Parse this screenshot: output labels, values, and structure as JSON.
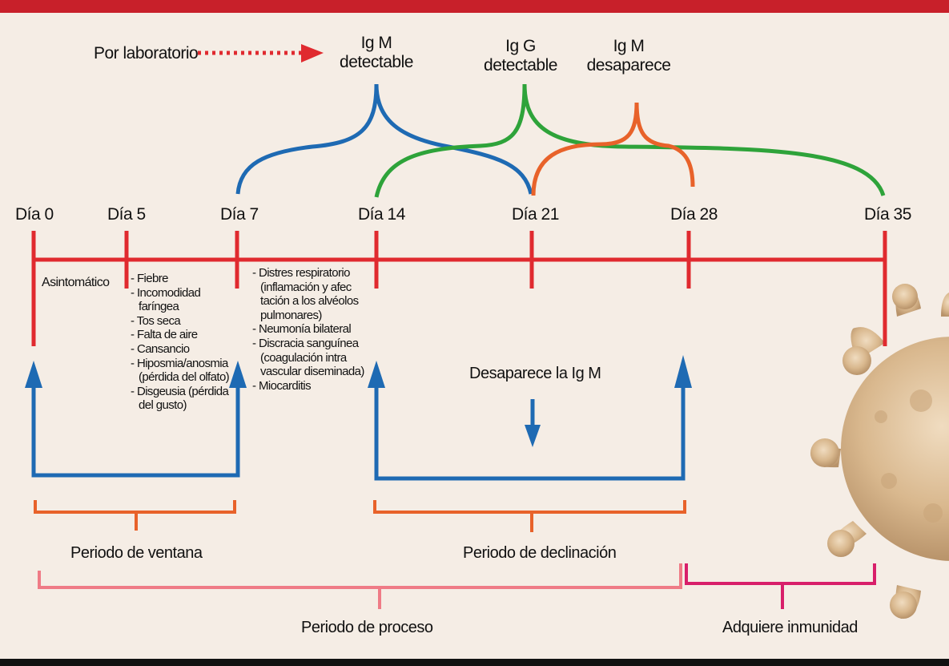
{
  "lab": {
    "label": "Por laboratorio"
  },
  "antibody_events": [
    {
      "line1": "Ig M",
      "line2": "detectable",
      "color": "#1e6ab3"
    },
    {
      "line1": "Ig G",
      "line2": "detectable",
      "color": "#2ea33a"
    },
    {
      "line1": "Ig M",
      "line2": "desaparece",
      "color": "#e8622a"
    }
  ],
  "days": [
    "Día 0",
    "Día 5",
    "Día 7",
    "Día 14",
    "Día 21",
    "Día 28",
    "Día 35"
  ],
  "asymptomatic": "Asintomático",
  "symptoms_early": [
    "- Fiebre",
    "- Incomodidad",
    "faríngea",
    "- Tos seca",
    "- Falta de aire",
    "- Cansancio",
    "- Hiposmia/anosmia",
    "(pérdida del olfato)",
    "- Disgeusia (pérdida",
    "del gusto)"
  ],
  "symptoms_late": [
    "- Distres respiratorio",
    "(inflamación y afec",
    "tación a los alvéolos",
    "pulmonares)",
    "- Neumonía bilateral",
    "- Discracia sanguínea",
    "(coagulación intra",
    "vascular diseminada)",
    "- Miocarditis"
  ],
  "igm_disappears": "Desaparece la Ig M",
  "periods": {
    "window": "Periodo de ventana",
    "decline": "Periodo de declinación",
    "process": "Periodo de proceso",
    "immunity": "Adquiere inmunidad"
  },
  "colors": {
    "top_bar": "#c8202a",
    "timeline": "#e02a2f",
    "blue": "#1e6ab3",
    "green": "#2ea33a",
    "orange": "#e8622a",
    "pink": "#ef7b86",
    "magenta": "#d81f6a",
    "virus": "#d9b88e"
  }
}
